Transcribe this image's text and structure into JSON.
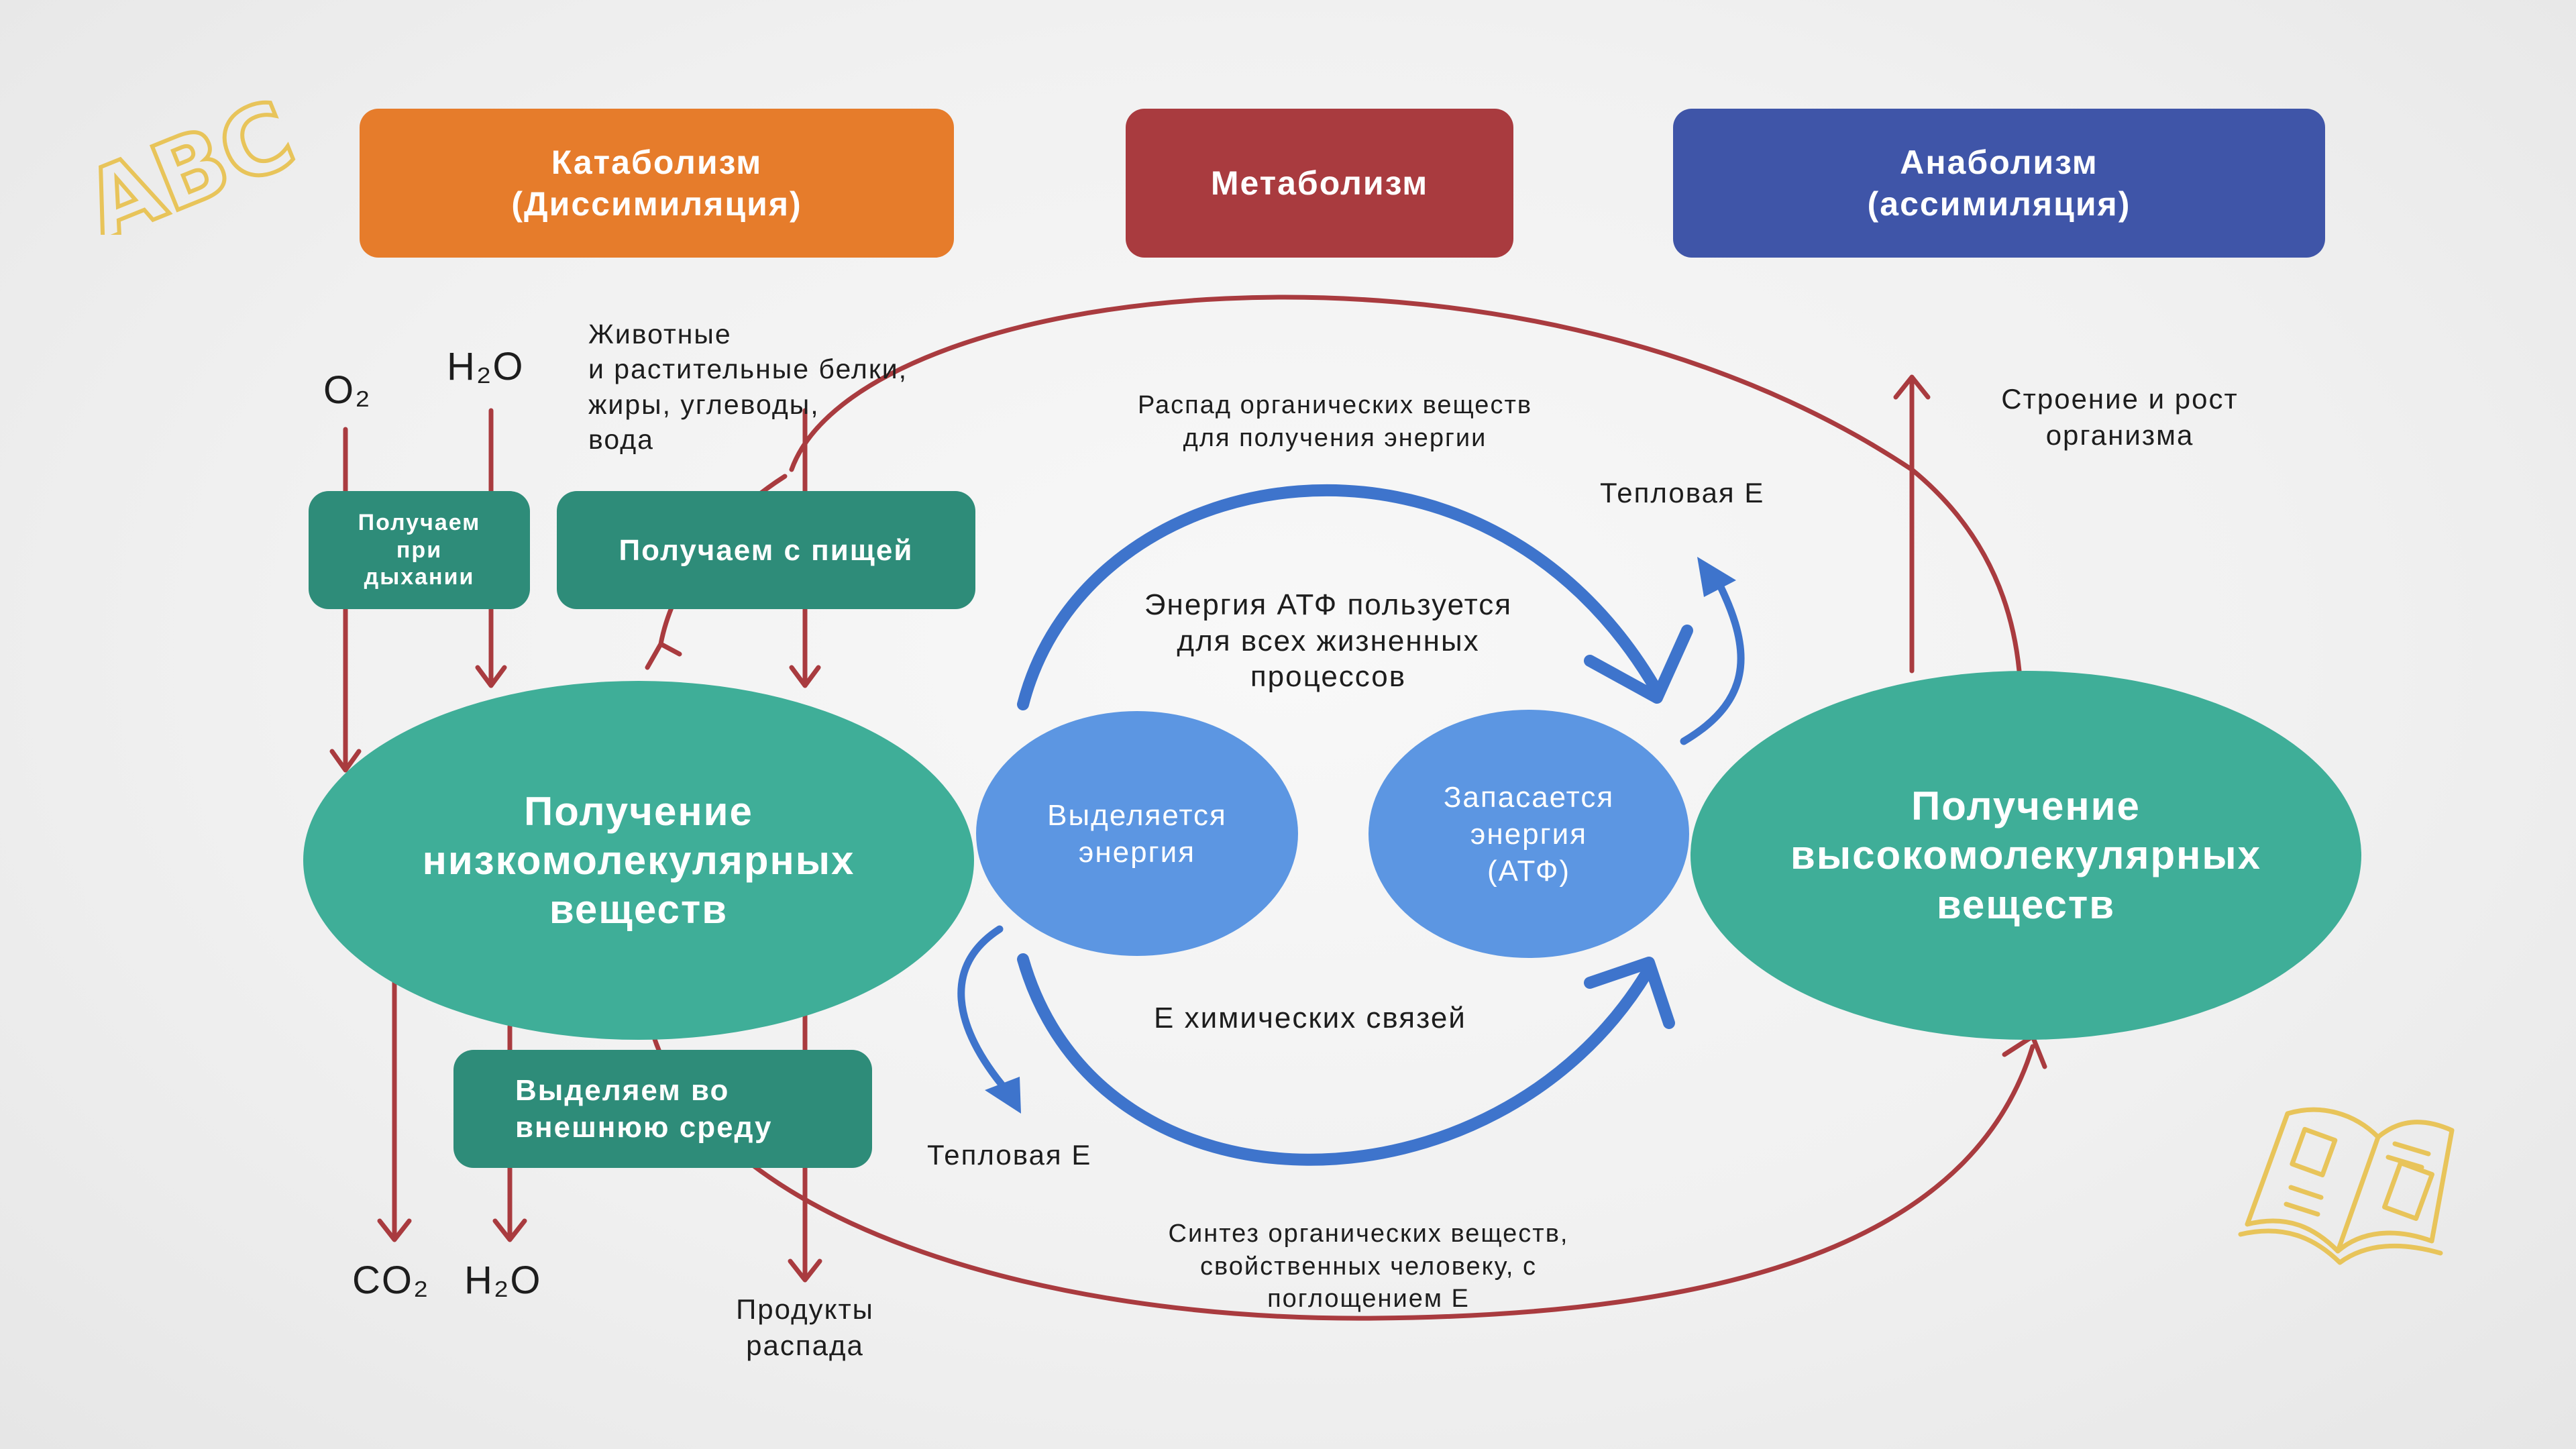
{
  "headers": {
    "catabolism": [
      "Катаболизм",
      "(Диссимиляция)"
    ],
    "metabolism": "Метаболизм",
    "anabolism": [
      "Анаболизм",
      "(ассимиляция)"
    ]
  },
  "inputs": {
    "o2": "O₂",
    "h2o": "H₂O",
    "food": [
      "Животные",
      "и растительные белки,",
      "жиры, углеводы,",
      "вода"
    ]
  },
  "boxes": {
    "respiration": [
      "Получаем",
      "при",
      "дыхании"
    ],
    "food": "Получаем с пищей",
    "release": [
      "Выделяем во",
      "внешнюю среду"
    ]
  },
  "ellipses": {
    "low": [
      "Получение",
      "низкомолекулярных",
      "веществ"
    ],
    "high": [
      "Получение",
      "высокомолекулярных",
      "веществ"
    ],
    "released": [
      "Выделяется",
      "энергия"
    ],
    "stored": [
      "Запасается",
      "энергия",
      "(АТФ)"
    ]
  },
  "labels": {
    "decay": [
      "Распад органических веществ",
      "для получения энергии"
    ],
    "atp_use": [
      "Энергия АТФ пользуется",
      "для всех жизненных",
      "процессов"
    ],
    "heat_top": "Тепловая Е",
    "heat_bottom": "Тепловая Е",
    "chemical_bonds": "Е химических связей",
    "synthesis": [
      "Синтез органических веществ,",
      "свойственных человеку, с",
      "поглощением Е"
    ],
    "growth": [
      "Строение и рост",
      "организма"
    ]
  },
  "outputs": {
    "co2": "CO₂",
    "h2o": "H₂O",
    "products": [
      "Продукты",
      "распада"
    ]
  },
  "decor": {
    "abc": "ABC"
  },
  "colors": {
    "orange": "#e67c2b",
    "red": "#a93b3f",
    "navy": "#3f55a8",
    "green_box": "#2e8c79",
    "green_ellipse": "#3fae98",
    "blue_circle": "#5c96e2",
    "blue_arrow": "#3e74cc",
    "red_arrow": "#a93b3f",
    "doodle": "#e8c45a"
  }
}
